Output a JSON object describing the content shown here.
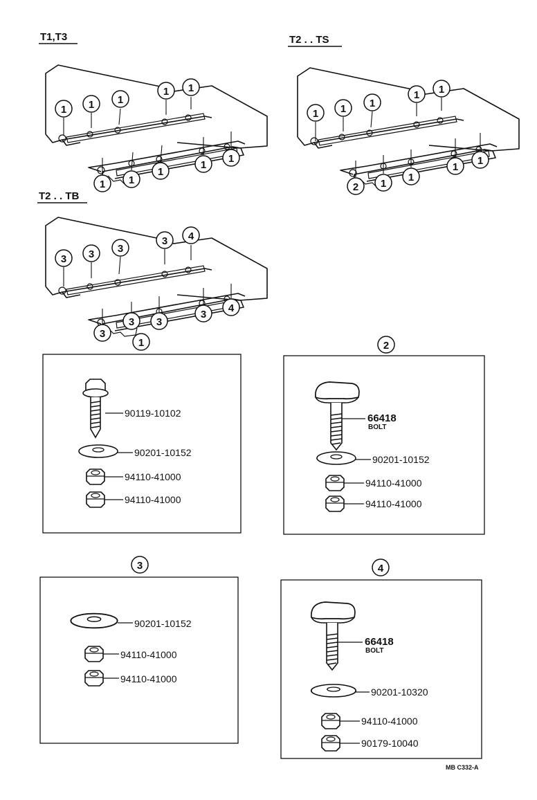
{
  "headers": {
    "t1t3": "T1,T3",
    "t2ts": "T2 . . TS",
    "t2tb": "T2 . . TB"
  },
  "callouts": {
    "one": "1",
    "two": "2",
    "three": "3",
    "four": "4"
  },
  "kit1": {
    "bolt": "90119-10102",
    "washer": "90201-10152",
    "nut_a": "94110-41000",
    "nut_b": "94110-41000"
  },
  "kit2": {
    "bolt": "66418",
    "bolt_label": "BOLT",
    "washer": "90201-10152",
    "nut_a": "94110-41000",
    "nut_b": "94110-41000"
  },
  "kit3": {
    "washer": "90201-10152",
    "nut_a": "94110-41000",
    "nut_b": "94110-41000"
  },
  "kit4": {
    "bolt": "66418",
    "bolt_label": "BOLT",
    "washer": "90201-10320",
    "nut_a": "94110-41000",
    "nut_b": "90179-10040"
  },
  "diagram_code": "MB C332-A"
}
